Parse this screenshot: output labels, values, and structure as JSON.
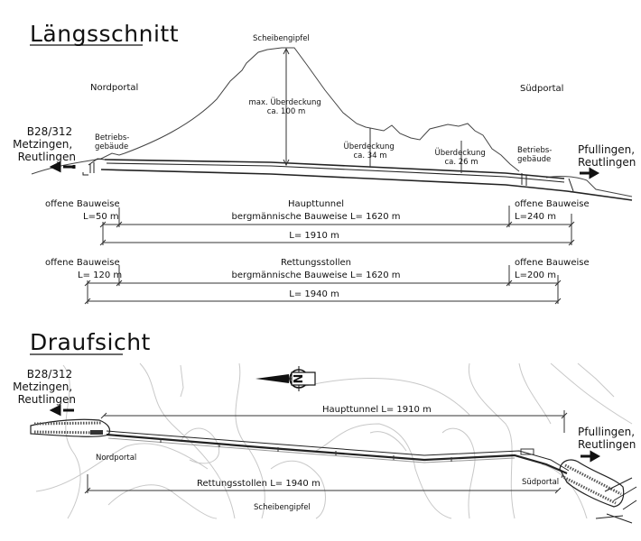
{
  "longitudinal_section": {
    "title": "Längsschnitt",
    "north_portal": "Nordportal",
    "south_portal": "Südportal",
    "summit": "Scheibengipfel",
    "left_direction": [
      "B28/312",
      "Metzingen,",
      "Reutlingen"
    ],
    "right_direction": [
      "Pfullingen,",
      "Reutlingen"
    ],
    "building_left": [
      "Betriebs-",
      "gebäude"
    ],
    "building_right": [
      "Betriebs-",
      "gebäude"
    ],
    "cover_max": [
      "max. Überdeckung",
      "ca.  100  m"
    ],
    "cover_34": [
      "Überdeckung",
      "ca.  34  m"
    ],
    "cover_26": [
      "Überdeckung",
      "ca.  26  m"
    ]
  },
  "dimensions": {
    "main_tunnel": {
      "left_label": "offene  Bauweise",
      "left_length": "L=50  m",
      "center_title": "Haupttunnel",
      "center_length": "bergmännische  Bauweise  L= 1620  m",
      "right_label": "offene  Bauweise",
      "right_length": "L=240  m",
      "total": "L= 1910  m"
    },
    "rescue_tunnel": {
      "left_label": "offene  Bauweise",
      "left_length": "L= 120  m",
      "center_title": "Rettungsstollen",
      "center_length": "bergmännische  Bauweise  L= 1620  m",
      "right_label": "offene  Bauweise",
      "right_length": "L=200  m",
      "total": "L= 1940  m"
    }
  },
  "plan_view": {
    "title": "Draufsicht",
    "left_direction": [
      "B28/312",
      "Metzingen,",
      "Reutlingen"
    ],
    "right_direction": [
      "Pfullingen,",
      "Reutlingen"
    ],
    "main_tunnel_label": "Haupttunnel  L= 1910  m",
    "rescue_tunnel_label": "Rettungsstollen  L= 1940  m",
    "north_portal": "Nordportal",
    "south_portal": "Südportal",
    "summit": "Scheibengipfel",
    "north_arrow_letter": "N"
  }
}
